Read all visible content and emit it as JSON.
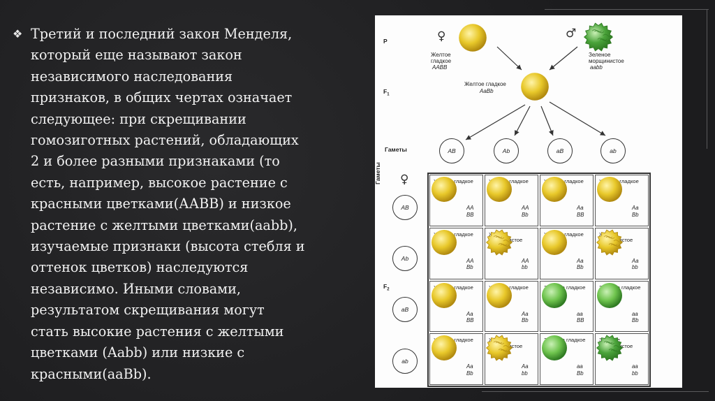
{
  "text": {
    "bullet": "❖",
    "lines": [
      "Третий и последний закон Менделя,",
      "который еще называют закон",
      "независимого наследования",
      "признаков, в общих чертах означает",
      "следующее: при скрещивании",
      "гомозиготных растений, обладающих",
      "2 и более разными признаками (то",
      "есть, например, высокое растение с",
      "красными цветками(ААВВ) и низкое",
      "растение с желтыми цветками(aabb),",
      "изучаемые признаки (высота стебля и",
      "оттенок цветков) наследуются",
      "независимо. Иными словами,",
      "результатом скрещивания могут",
      "стать высокие растения с желтыми",
      "цветками (Aabb) или низкие с",
      "красными(aaBb)."
    ]
  },
  "figure": {
    "gen_p": "P",
    "gen_f1": "F",
    "gen_f1_sub": "1",
    "gen_f2": "F",
    "gen_f2_sub": "2",
    "female_symbol": "♀",
    "male_symbol": "♂",
    "parent_female": {
      "name": "Желтое гладкое",
      "genotype": "AABB"
    },
    "parent_male": {
      "name": "Зеленое морщинистое",
      "genotype": "aabb"
    },
    "f1": {
      "name": "Желтое гладкое",
      "genotype": "AaBb"
    },
    "gametes_label": "Гаметы",
    "gametes_vertical_label": "Гаметы",
    "male_gametes": [
      "AB",
      "Ab",
      "aB",
      "ab"
    ],
    "female_gametes": [
      "AB",
      "Ab",
      "aB",
      "ab"
    ],
    "colors": {
      "yellow": "#e8c82a",
      "green": "#6fc44e",
      "dark_green": "#4aa33a"
    },
    "punnett": [
      [
        {
          "name": "Желтое гладкое",
          "g1": "AA",
          "g2": "BB",
          "pea": "yellow-smooth"
        },
        {
          "name": "Желтое гладкое",
          "g1": "AA",
          "g2": "Bb",
          "pea": "yellow-smooth"
        },
        {
          "name": "Желтое гладкое",
          "g1": "Aa",
          "g2": "BB",
          "pea": "yellow-smooth"
        },
        {
          "name": "Желтое гладкое",
          "g1": "Aa",
          "g2": "Bb",
          "pea": "yellow-smooth"
        }
      ],
      [
        {
          "name": "Желтое гладкое",
          "g1": "AA",
          "g2": "Bb",
          "pea": "yellow-smooth"
        },
        {
          "name": "Желтое морщинистое",
          "g1": "AA",
          "g2": "bb",
          "pea": "yellow-wrinkled"
        },
        {
          "name": "Желтое гладкое",
          "g1": "Aa",
          "g2": "Bb",
          "pea": "yellow-smooth"
        },
        {
          "name": "Желтое морщинистое",
          "g1": "Aa",
          "g2": "bb",
          "pea": "yellow-wrinkled"
        }
      ],
      [
        {
          "name": "Желтое гладкое",
          "g1": "Aa",
          "g2": "BB",
          "pea": "yellow-smooth"
        },
        {
          "name": "Желтое гладкое",
          "g1": "Aa",
          "g2": "Bb",
          "pea": "yellow-smooth"
        },
        {
          "name": "Зеленое гладкое",
          "g1": "aa",
          "g2": "BB",
          "pea": "green-smooth"
        },
        {
          "name": "Зеленое гладкое",
          "g1": "aa",
          "g2": "Bb",
          "pea": "green-smooth"
        }
      ],
      [
        {
          "name": "Желтое гладкое",
          "g1": "Aa",
          "g2": "Bb",
          "pea": "yellow-smooth"
        },
        {
          "name": "Желтое морщинистое",
          "g1": "Aa",
          "g2": "bb",
          "pea": "yellow-wrinkled"
        },
        {
          "name": "Зеленое гладкое",
          "g1": "aa",
          "g2": "Bb",
          "pea": "green-smooth"
        },
        {
          "name": "Зеленое морщинистое",
          "g1": "aa",
          "g2": "bb",
          "pea": "green-wrinkled"
        }
      ]
    ]
  }
}
